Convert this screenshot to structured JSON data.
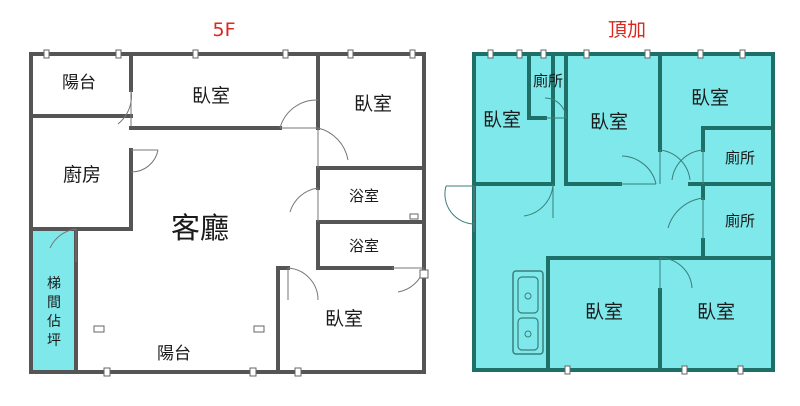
{
  "floor_5f": {
    "title": "5F",
    "rooms": {
      "balcony_top": "陽台",
      "bedroom_top": "臥室",
      "bedroom_right": "臥室",
      "kitchen": "廚房",
      "living_room": "客廳",
      "bathroom_1": "浴室",
      "bathroom_2": "浴室",
      "stair_1": "梯",
      "stair_2": "間",
      "stair_3": "佔",
      "stair_4": "坪",
      "bedroom_bottom": "臥室",
      "balcony_bottom": "陽台"
    }
  },
  "floor_roof": {
    "title": "頂加",
    "rooms": {
      "bedroom_1": "臥室",
      "toilet_1": "廁所",
      "bedroom_2": "臥室",
      "bedroom_3": "臥室",
      "toilet_2": "廁所",
      "toilet_3": "廁所",
      "bedroom_4": "臥室",
      "bedroom_5": "臥室"
    }
  },
  "colors": {
    "roof_fill": "#7fe8ea",
    "stair_fill": "#7fe8ea",
    "title_color": "#d8281f",
    "wall": "#555555"
  }
}
